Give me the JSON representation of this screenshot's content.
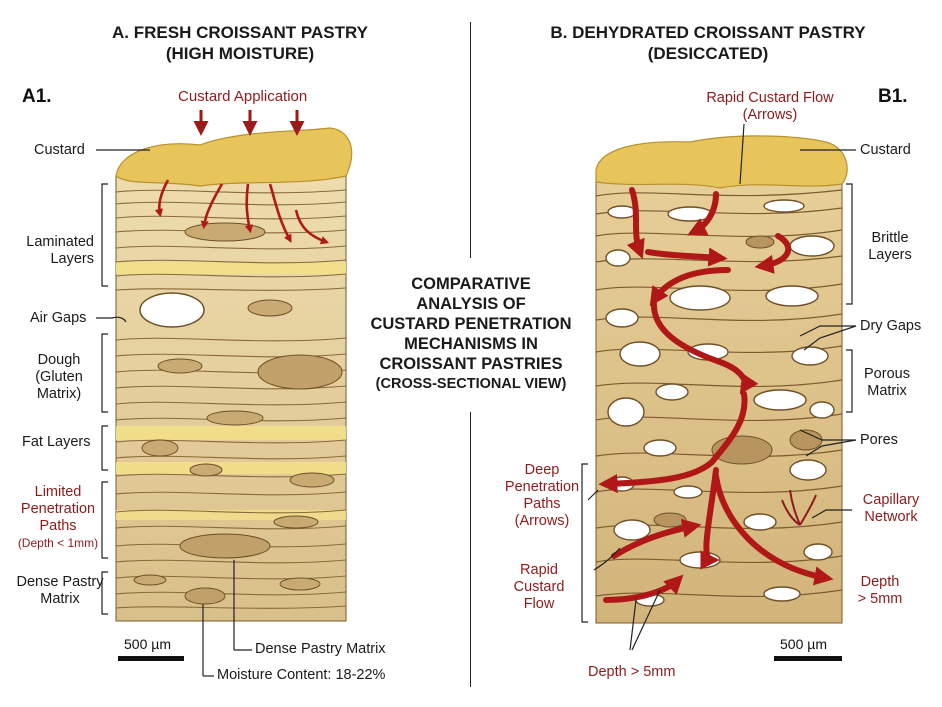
{
  "panel_a": {
    "title_line1": "A. FRESH CROISSANT PASTRY",
    "title_line2": "(HIGH MOISTURE)",
    "id": "A1.",
    "custard_application": "Custard Application",
    "labels": {
      "custard": "Custard",
      "laminated_1": "Laminated",
      "laminated_2": "Layers",
      "air_gaps": "Air Gaps",
      "dough_1": "Dough",
      "dough_2": "(Gluten",
      "dough_3": "Matrix)",
      "fat_layers": "Fat Layers",
      "limited_1": "Limited",
      "limited_2": "Penetration",
      "limited_3": "Paths",
      "limited_depth": "(Depth < 1mm)",
      "dense_1": "Dense Pastry",
      "dense_2": "Matrix",
      "dense_bottom": "Dense Pastry Matrix",
      "moisture": "Moisture Content: 18-22%"
    },
    "scale": "500 µm"
  },
  "panel_b": {
    "title_line1": "B. DEHYDRATED CROISSANT PASTRY",
    "title_line2": "(DESICCATED)",
    "id": "B1.",
    "rapid_top_1": "Rapid Custard Flow",
    "rapid_top_2": "(Arrows)",
    "labels": {
      "custard": "Custard",
      "brittle_1": "Brittle",
      "brittle_2": "Layers",
      "dry_gaps": "Dry Gaps",
      "porous_1": "Porous",
      "porous_2": "Matrix",
      "pores": "Pores",
      "capillary_1": "Capillary",
      "capillary_2": "Network",
      "depth_right_1": "Depth",
      "depth_right_2": "> 5mm",
      "deep_1": "Deep",
      "deep_2": "Penetration",
      "deep_3": "Paths",
      "deep_4": "(Arrows)",
      "rapid_1": "Rapid",
      "rapid_2": "Custard",
      "rapid_3": "Flow",
      "depth_bottom": "Depth > 5mm"
    },
    "scale": "500 µm"
  },
  "center": {
    "line1": "COMPARATIVE",
    "line2": "ANALYSIS OF",
    "line3": "CUSTARD PENETRATION",
    "line4": "MECHANISMS IN",
    "line5": "CROISSANT PASTRIES",
    "line6": "(CROSS-SECTIONAL VIEW)"
  },
  "colors": {
    "custard": "#e8c55a",
    "pastry": "#e3cfa1",
    "layer_line": "#8a6a3a",
    "fat": "#f2e08a",
    "arrow_red": "#b01818",
    "label_red": "#8e1b1b"
  }
}
